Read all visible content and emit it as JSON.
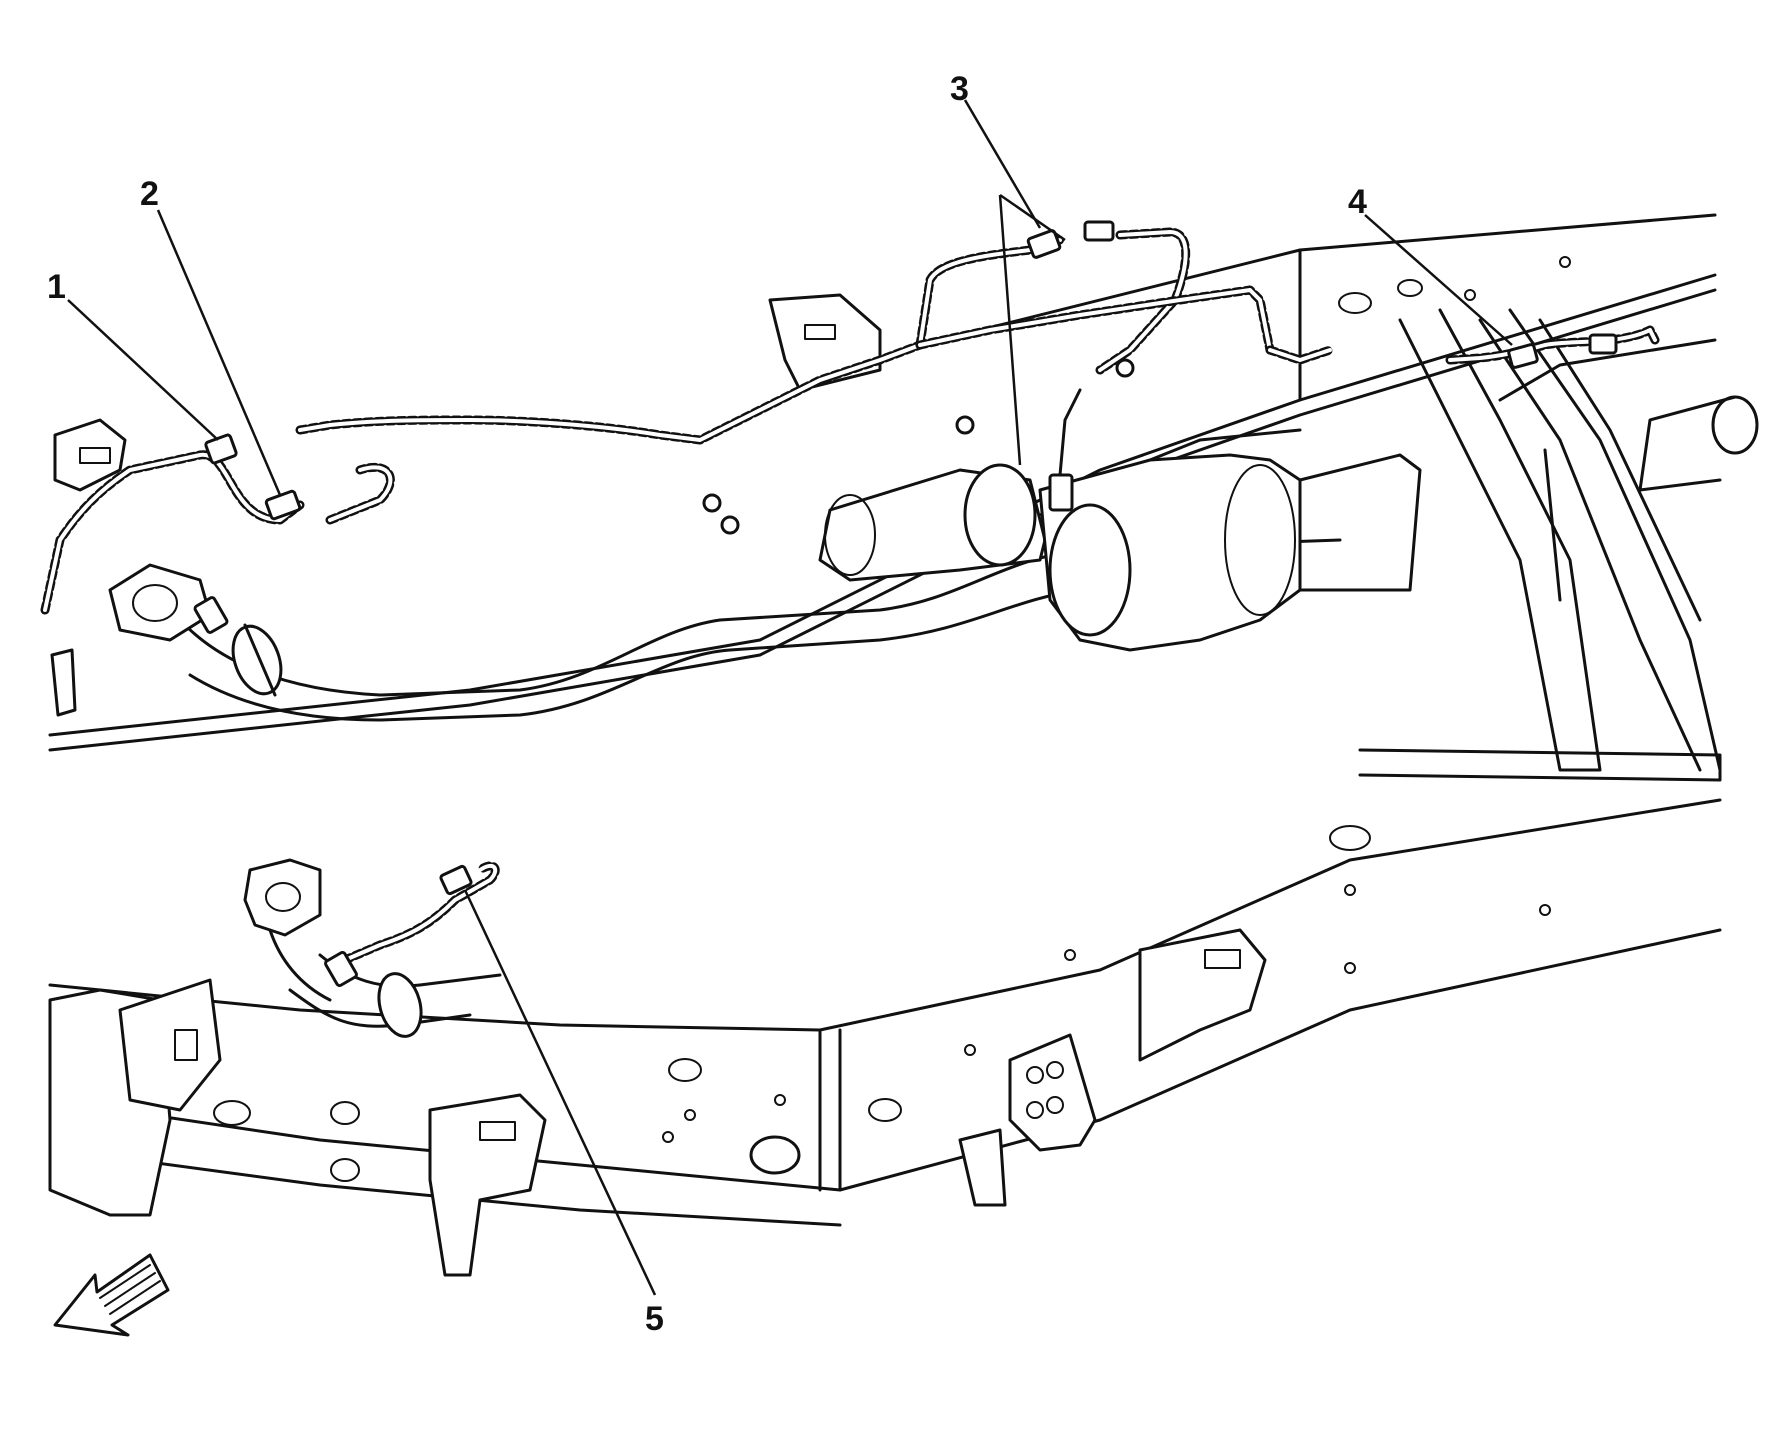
{
  "callouts": [
    {
      "id": "c1",
      "label": "1"
    },
    {
      "id": "c2",
      "label": "2"
    },
    {
      "id": "c3",
      "label": "3"
    },
    {
      "id": "c4",
      "label": "4"
    },
    {
      "id": "c5",
      "label": "5"
    }
  ],
  "icons": {
    "direction": "forward-arrow-icon"
  }
}
